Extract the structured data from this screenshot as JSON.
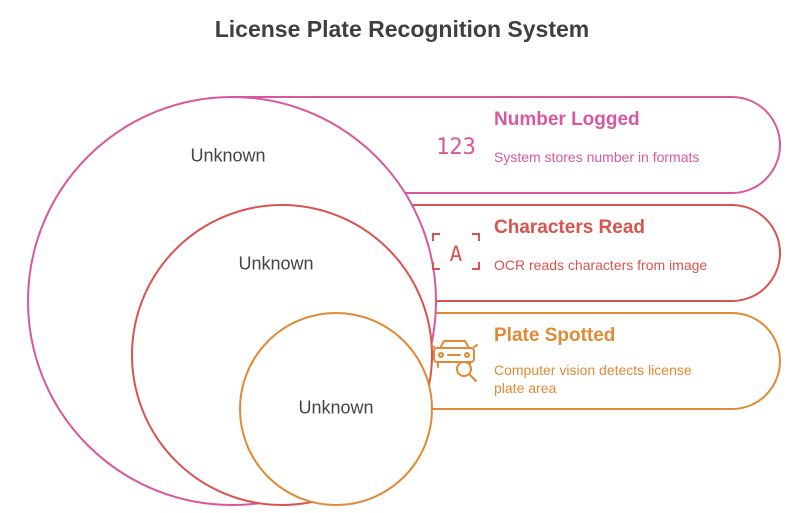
{
  "title": "License Plate Recognition System",
  "colors": {
    "logged": "#d9579f",
    "read": "#d9534f",
    "spotted": "#e08a35",
    "title_text": "#3f3f3f",
    "circle_text": "#444444"
  },
  "stages": [
    {
      "key": "logged",
      "circle_label": "Unknown",
      "title": "Number Logged",
      "description": "System stores number in formats",
      "icon": "number-123-icon",
      "icon_text": "123"
    },
    {
      "key": "read",
      "circle_label": "Unknown",
      "title": "Characters Read",
      "description": "OCR reads characters from image",
      "icon": "ocr-letter-a-icon",
      "icon_text": "A"
    },
    {
      "key": "spotted",
      "circle_label": "Unknown",
      "title": "Plate Spotted",
      "description": "Computer vision detects license plate area",
      "icon": "car-search-icon"
    }
  ]
}
